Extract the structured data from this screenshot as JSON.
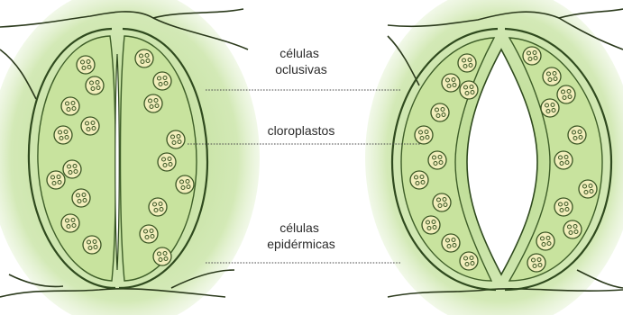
{
  "labels": {
    "guard_cells": "células\noclusivas",
    "chloroplasts": "cloroplastos",
    "epidermal_cells": "células\nepidérmicas"
  },
  "colors": {
    "background_green": "#c9e3a5",
    "cell_fill": "#bcdc8c",
    "chloroplast_fill": "#f0ecb8",
    "outline": "#2f4a1e",
    "pore_fill": "#ffffff"
  },
  "icons": {
    "chloroplast": "circle-with-dots"
  }
}
